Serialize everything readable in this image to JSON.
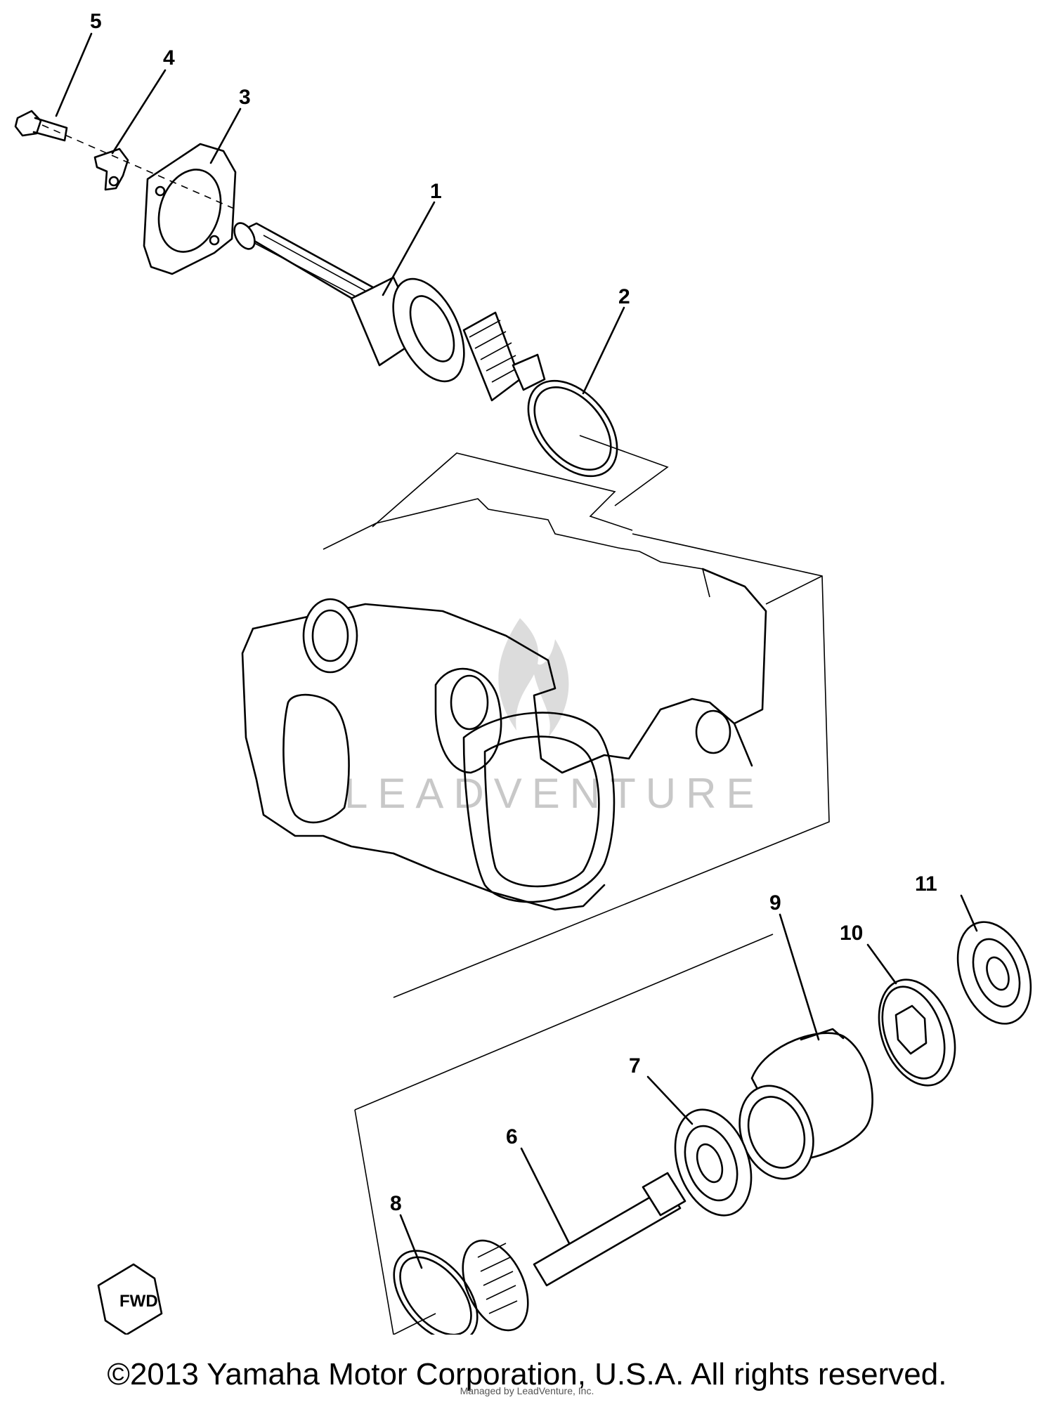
{
  "diagram": {
    "watermark": "LEADVENTURE",
    "callouts": [
      {
        "id": "callout-1",
        "label": "1"
      },
      {
        "id": "callout-2",
        "label": "2"
      },
      {
        "id": "callout-3",
        "label": "3"
      },
      {
        "id": "callout-4",
        "label": "4"
      },
      {
        "id": "callout-5",
        "label": "5"
      },
      {
        "id": "callout-6",
        "label": "6"
      },
      {
        "id": "callout-7",
        "label": "7"
      },
      {
        "id": "callout-8",
        "label": "8"
      },
      {
        "id": "callout-9",
        "label": "9"
      },
      {
        "id": "callout-10",
        "label": "10"
      },
      {
        "id": "callout-11",
        "label": "11"
      }
    ],
    "fwd_label": "FWD"
  },
  "footer": {
    "copyright": "©2013 Yamaha Motor Corporation, U.S.A. All rights reserved.",
    "note": "Managed by LeadVenture, Inc."
  },
  "colors": {
    "line": "#000000",
    "watermark": "#c8c8c8",
    "background": "#ffffff"
  }
}
